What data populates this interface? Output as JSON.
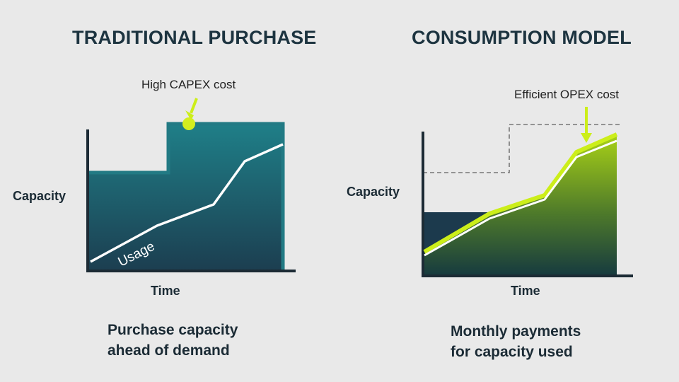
{
  "left": {
    "title": "TRADITIONAL PURCHASE",
    "annotation": "High CAPEX cost",
    "y_label": "Capacity",
    "x_label": "Time",
    "line_label": "Usage",
    "caption_line1": "Purchase capacity",
    "caption_line2": "ahead of demand"
  },
  "right": {
    "title": "CONSUMPTION MODEL",
    "annotation": "Efficient OPEX cost",
    "y_label": "Capacity",
    "x_label": "Time",
    "caption_line1": "Monthly payments",
    "caption_line2": "for capacity used"
  },
  "colors": {
    "background": "#e9e9e9",
    "teal_dark": "#1b4a5c",
    "teal_edge": "#227a84",
    "teal_fill_top": "#1f7f88",
    "teal_fill_bottom": "#1c3e50",
    "lime": "#ccee1a",
    "white_line": "#ffffff",
    "axis": "#1c2b35",
    "dashed": "#777777"
  },
  "icons": {
    "capex_marker": "yellow-dot-with-arrow",
    "opex_marker": "yellow-arrow"
  }
}
